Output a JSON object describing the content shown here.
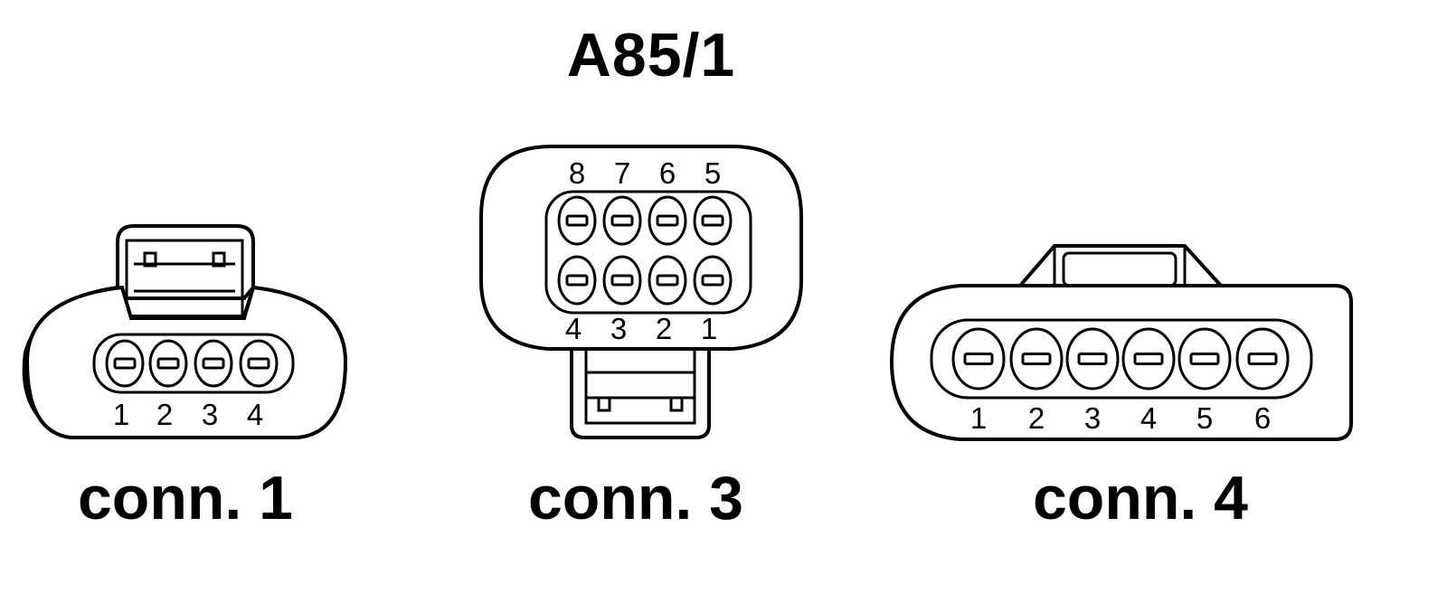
{
  "title": "A85/1",
  "connectors": [
    {
      "label": "conn. 1",
      "pins": [
        "1",
        "2",
        "3",
        "4"
      ]
    },
    {
      "label": "conn. 3",
      "top_pins": [
        "8",
        "7",
        "6",
        "5"
      ],
      "bottom_pins": [
        "4",
        "3",
        "2",
        "1"
      ]
    },
    {
      "label": "conn. 4",
      "pins": [
        "1",
        "2",
        "3",
        "4",
        "5",
        "6"
      ]
    }
  ]
}
